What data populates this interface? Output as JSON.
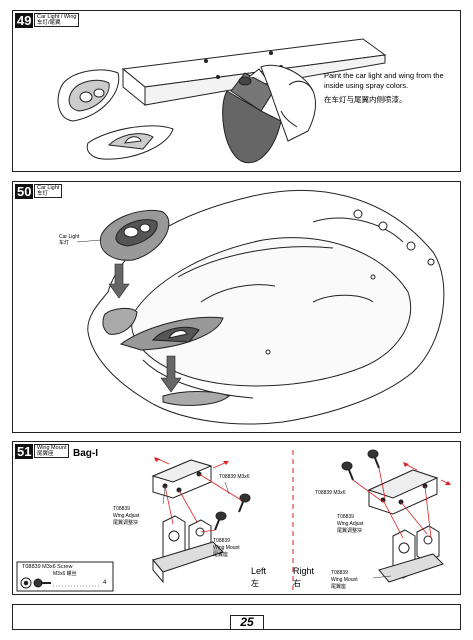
{
  "steps": [
    {
      "number": "49",
      "title_en": "Car Light / Wing",
      "title_cn": "车灯/尾翼",
      "instruction_en_1": "Paint the car light and wing from the",
      "instruction_en_2": "inside using spray colors.",
      "instruction_cn": "在车灯与尾翼内侧喷漆。"
    },
    {
      "number": "50",
      "title_en": "Car Light",
      "title_cn": "车灯",
      "callout_en": "Car Light",
      "callout_cn": "车灯"
    },
    {
      "number": "51",
      "title_en": "Wing Mount",
      "title_cn": "尾翼座",
      "bag_label": "Bag-I",
      "left_label_en": "Left",
      "left_label_cn": "左",
      "right_label_en": "Right",
      "right_label_cn": "右",
      "left_screw_label": "T08839 M3x6",
      "right_screw_label": "T08839 M3x6",
      "left_adjust_code": "T08839",
      "left_adjust_en": "Wing Adjust",
      "left_adjust_cn": "尾翼调整块",
      "left_mount_code": "T08839",
      "left_mount_en": "Wing Mount",
      "left_mount_cn": "尾翼座",
      "right_adjust_code": "T08839",
      "right_adjust_en": "Wing Adjust",
      "right_adjust_cn": "尾翼调整块",
      "right_mount_code": "T08839",
      "right_mount_en": "Wing Mount",
      "right_mount_cn": "尾翼座",
      "parts_box_line1": "T08839 M3x6 Screw",
      "parts_box_line2": "M3x6 螺丝",
      "parts_box_qty": "4"
    }
  ],
  "page_number": "25"
}
